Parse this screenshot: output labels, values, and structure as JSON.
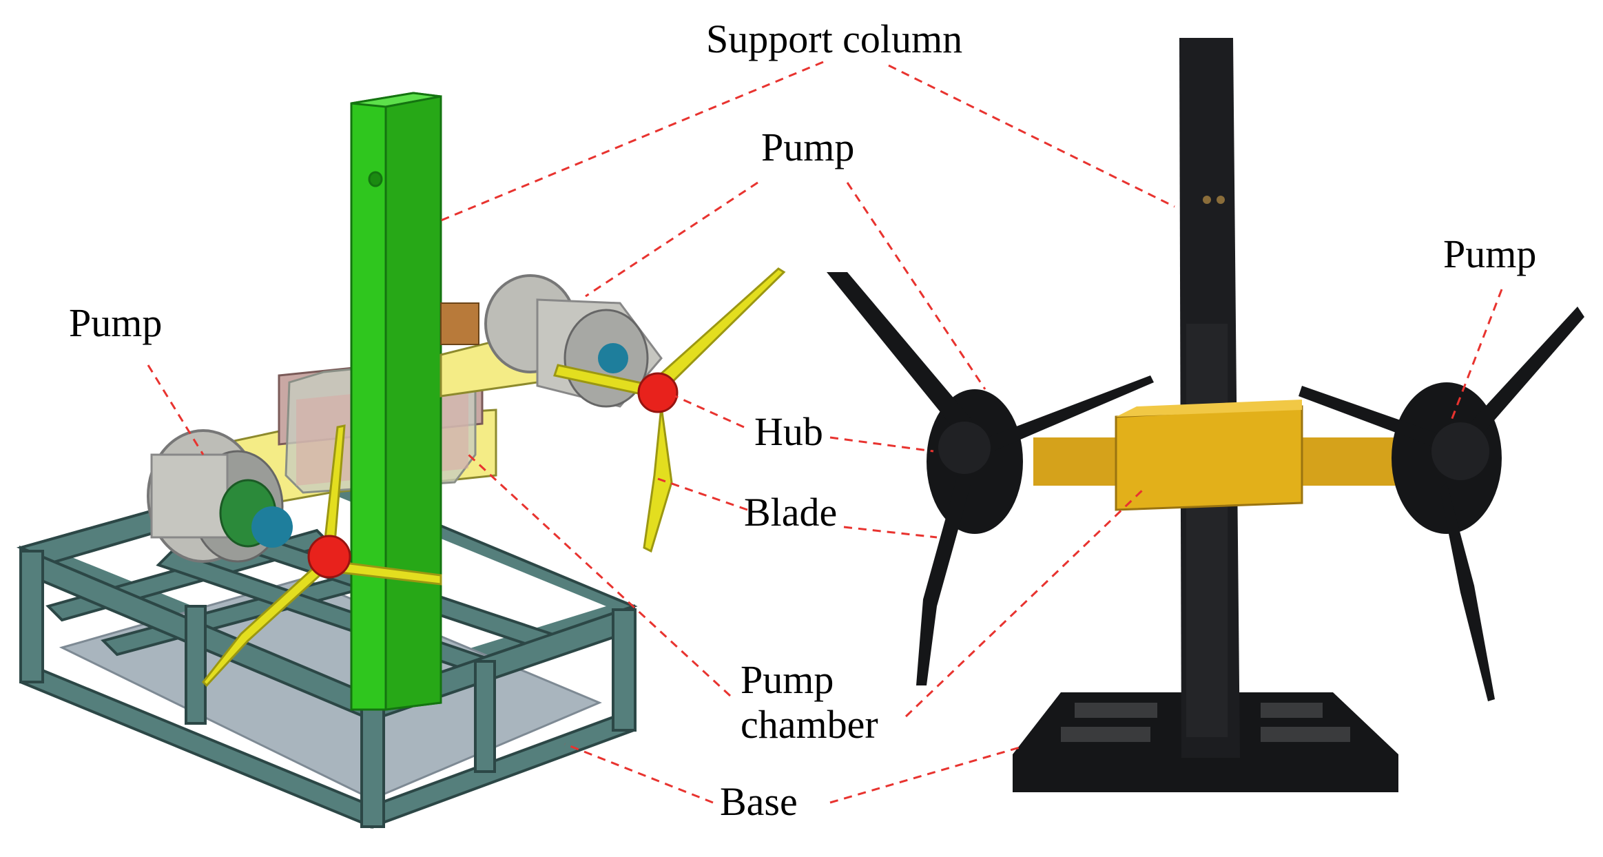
{
  "labels": {
    "support_column": "Support column",
    "pump_top": "Pump",
    "pump_left": "Pump",
    "pump_right": "Pump",
    "hub": "Hub",
    "blade": "Blade",
    "pump_chamber_line1": "Pump",
    "pump_chamber_line2": "chamber",
    "base": "Base"
  },
  "colors": {
    "leader_line": "#e8332f",
    "cad_column": "#2fc61e",
    "cad_frame": "#4e7775",
    "cad_blade": "#e3de1f",
    "cad_hub": "#e8221c",
    "cad_pump_housing": "#b3b3ae",
    "photo_body": "#151618",
    "photo_chamber": "#e2b01a"
  },
  "icons": [
    "cad-model-image",
    "photo-prototype-image"
  ]
}
